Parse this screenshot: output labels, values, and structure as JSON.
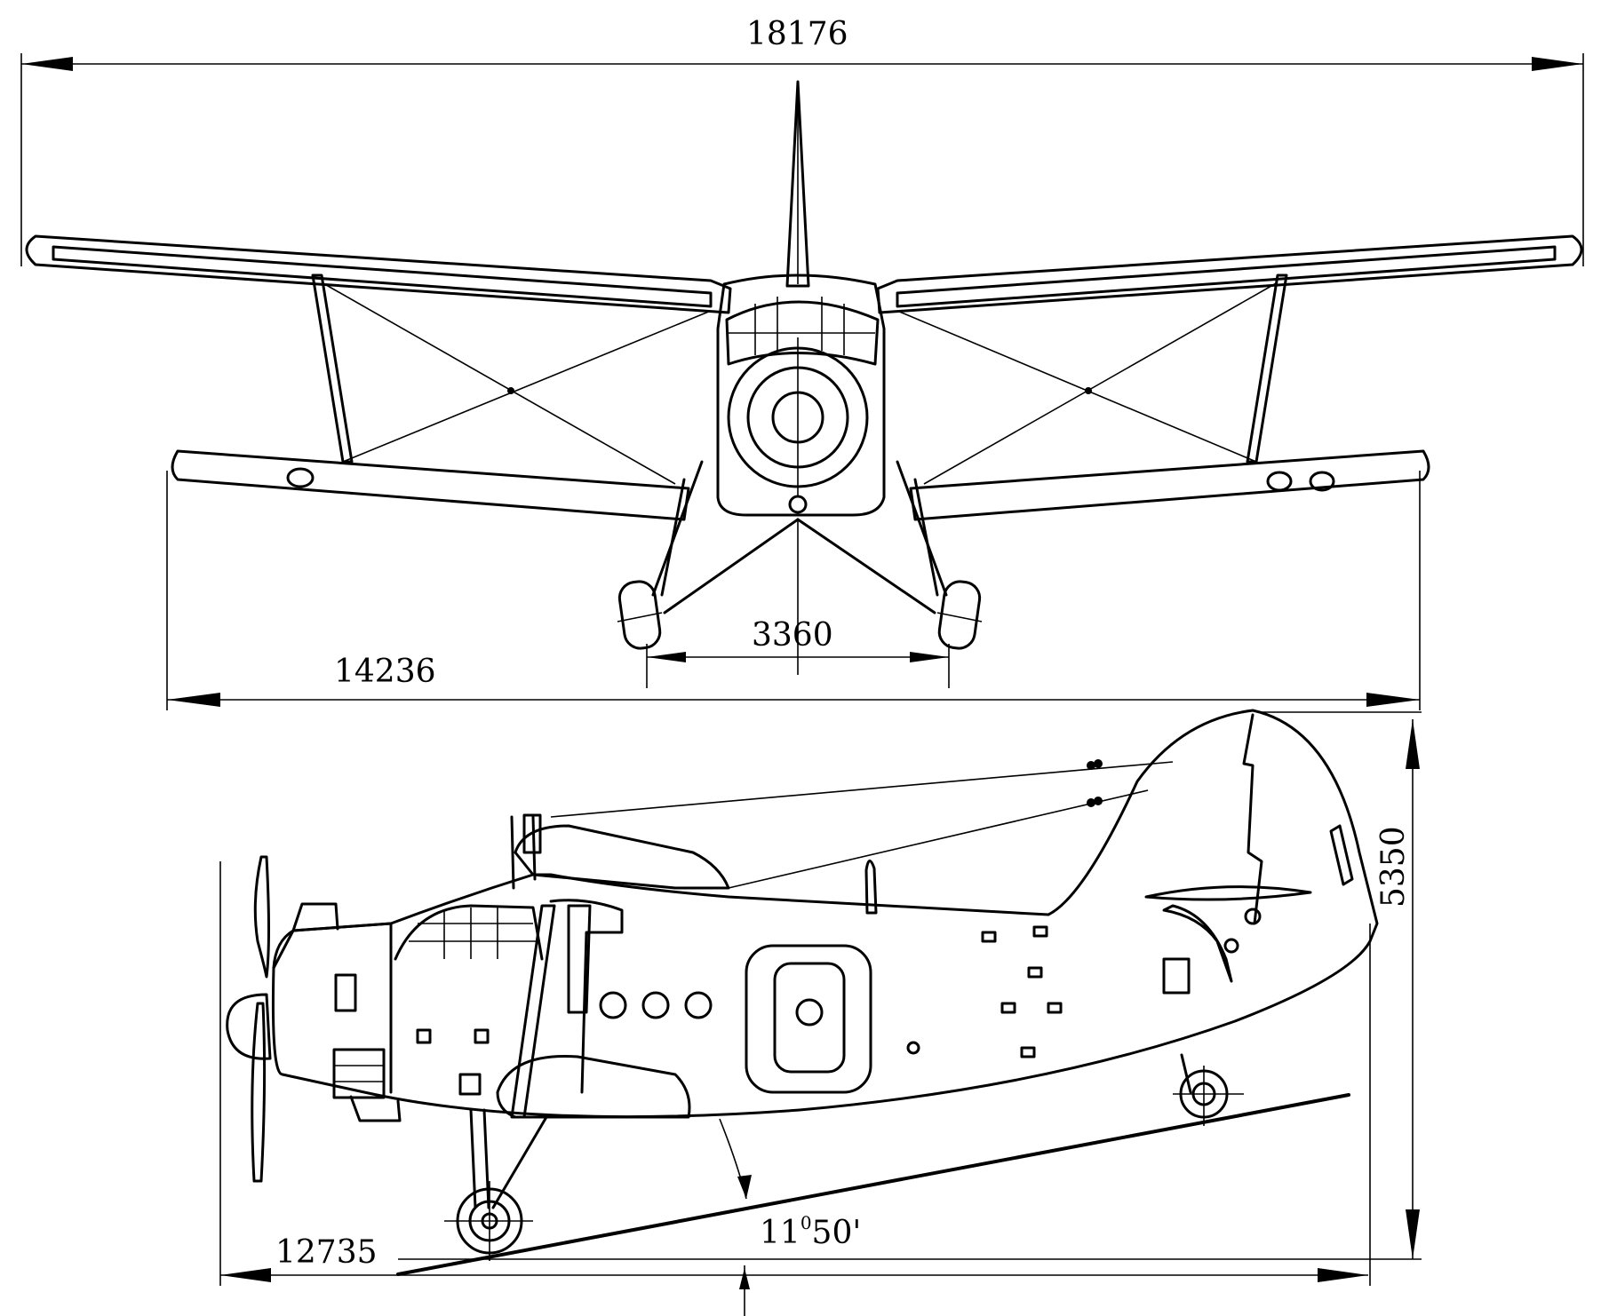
{
  "dimensions": {
    "wingspan_upper": "18176",
    "wingspan_lower": "14236",
    "wheel_track": "3360",
    "length": "12735",
    "height": "5350",
    "ground_angle_deg": "11",
    "ground_angle_min": "50"
  },
  "ground_angle_deg_mark": "0",
  "ground_angle_min_mark": "'"
}
